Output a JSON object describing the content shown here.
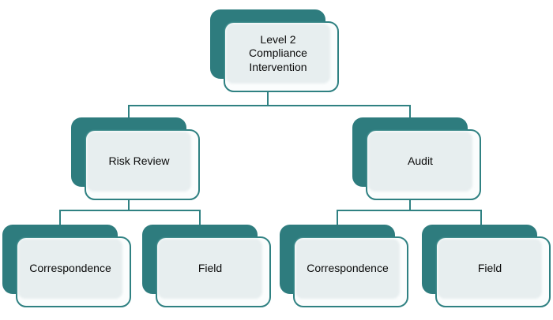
{
  "diagram": {
    "type": "hierarchy-flowchart",
    "title": "Level 2 Compliance Intervention hierarchy",
    "nodes": {
      "root": {
        "label": "Level 2 Compliance Intervention"
      },
      "risk_review": {
        "label": "Risk Review"
      },
      "audit": {
        "label": "Audit"
      },
      "risk_review_correspondence": {
        "label": "Correspondence"
      },
      "risk_review_field": {
        "label": "Field"
      },
      "audit_correspondence": {
        "label": "Correspondence"
      },
      "audit_field": {
        "label": "Field"
      }
    },
    "edges": [
      [
        "root",
        "risk_review"
      ],
      [
        "root",
        "audit"
      ],
      [
        "risk_review",
        "risk_review_correspondence"
      ],
      [
        "risk_review",
        "risk_review_field"
      ],
      [
        "audit",
        "audit_correspondence"
      ],
      [
        "audit",
        "audit_field"
      ]
    ],
    "colors": {
      "teal_dark": "#2E7C7E",
      "teal_border": "#2F8182",
      "light_fill": "#E7EEEF",
      "front_fill": "#FBFDFD",
      "text_color": "#0A0A0A",
      "bg": "#FFFFFF"
    }
  }
}
